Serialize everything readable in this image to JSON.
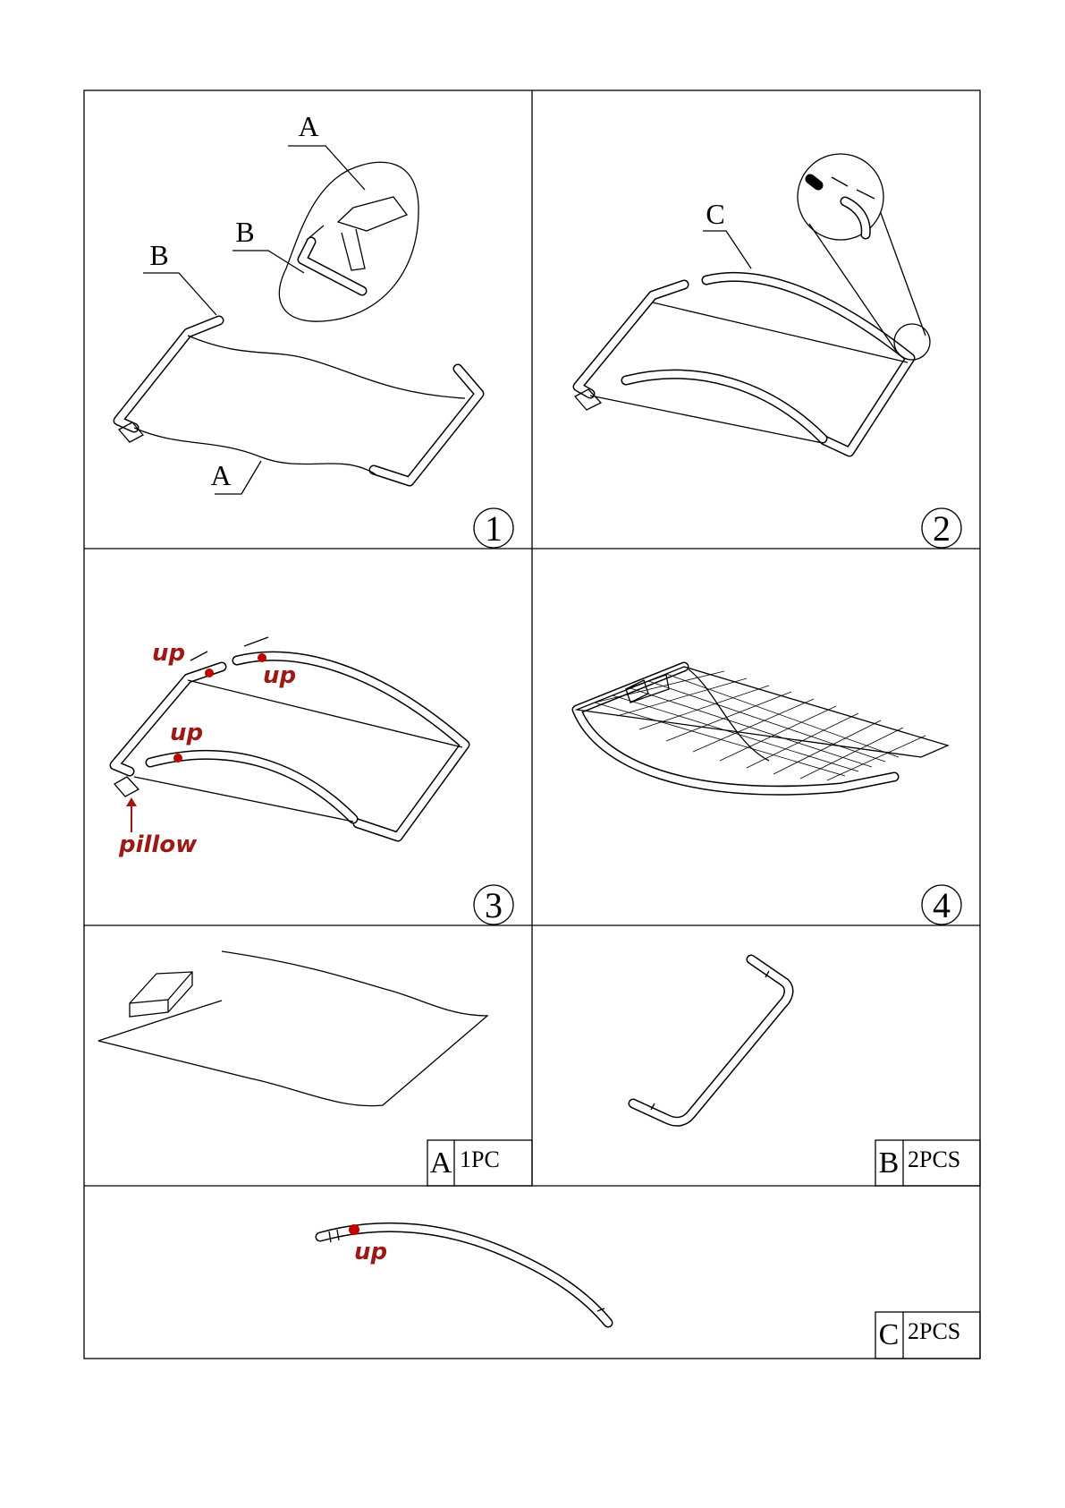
{
  "steps": [
    {
      "number": "1",
      "labels": [
        "A",
        "B",
        "B",
        "A"
      ]
    },
    {
      "number": "2",
      "labels": [
        "C"
      ]
    },
    {
      "number": "3",
      "annotations": [
        "up",
        "up",
        "up",
        "pillow"
      ]
    },
    {
      "number": "4"
    }
  ],
  "parts": [
    {
      "letter": "A",
      "qty": "1PC",
      "name": "net-sling"
    },
    {
      "letter": "B",
      "qty": "2PCS",
      "name": "end-tube"
    },
    {
      "letter": "C",
      "qty": "2PCS",
      "name": "side-tube",
      "annotation": "up"
    }
  ],
  "colors": {
    "annotation": "#9c1a16",
    "line": "#000000",
    "marker": "#c00000"
  }
}
